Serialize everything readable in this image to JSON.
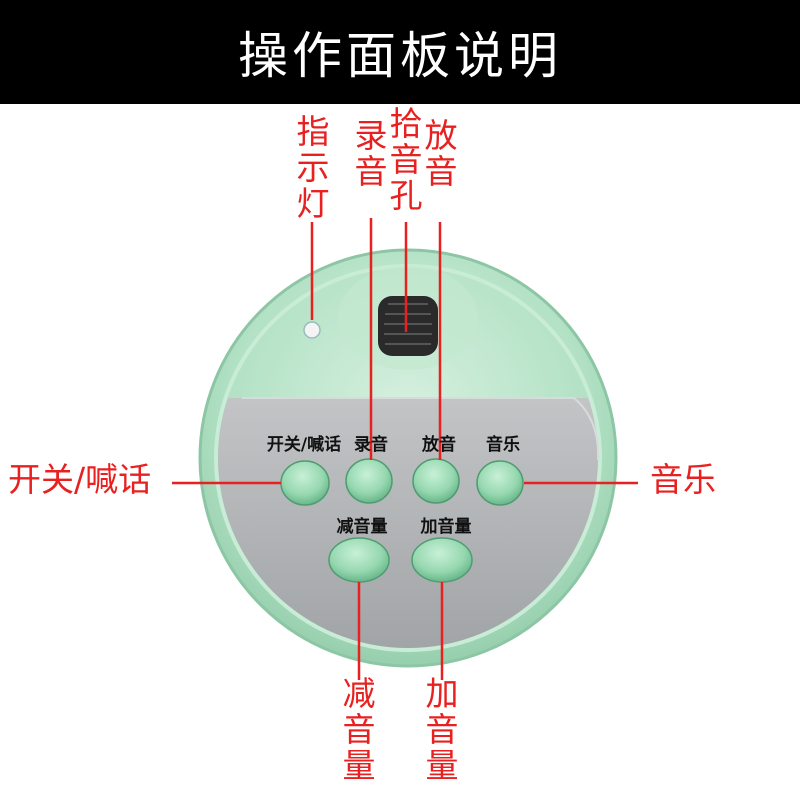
{
  "header": {
    "title": "操作面板说明"
  },
  "callouts": {
    "indicator": "指示灯",
    "record": "录音",
    "mic_hole": "拾音孔",
    "playback": "放音",
    "power_talk": "开关/喊话",
    "music": "音乐",
    "vol_down": "减音量",
    "vol_up": "加音量"
  },
  "panel": {
    "power_talk": "开关/喊话",
    "record": "录音",
    "playback": "放音",
    "music": "音乐",
    "vol_down": "减音量",
    "vol_up": "加音量"
  },
  "colors": {
    "callout_red": "#e8201f",
    "body_green": "#a8dcbc",
    "button_green": "#8fd6ad",
    "panel_gray": "#a9acae",
    "title_bg": "#000000"
  }
}
